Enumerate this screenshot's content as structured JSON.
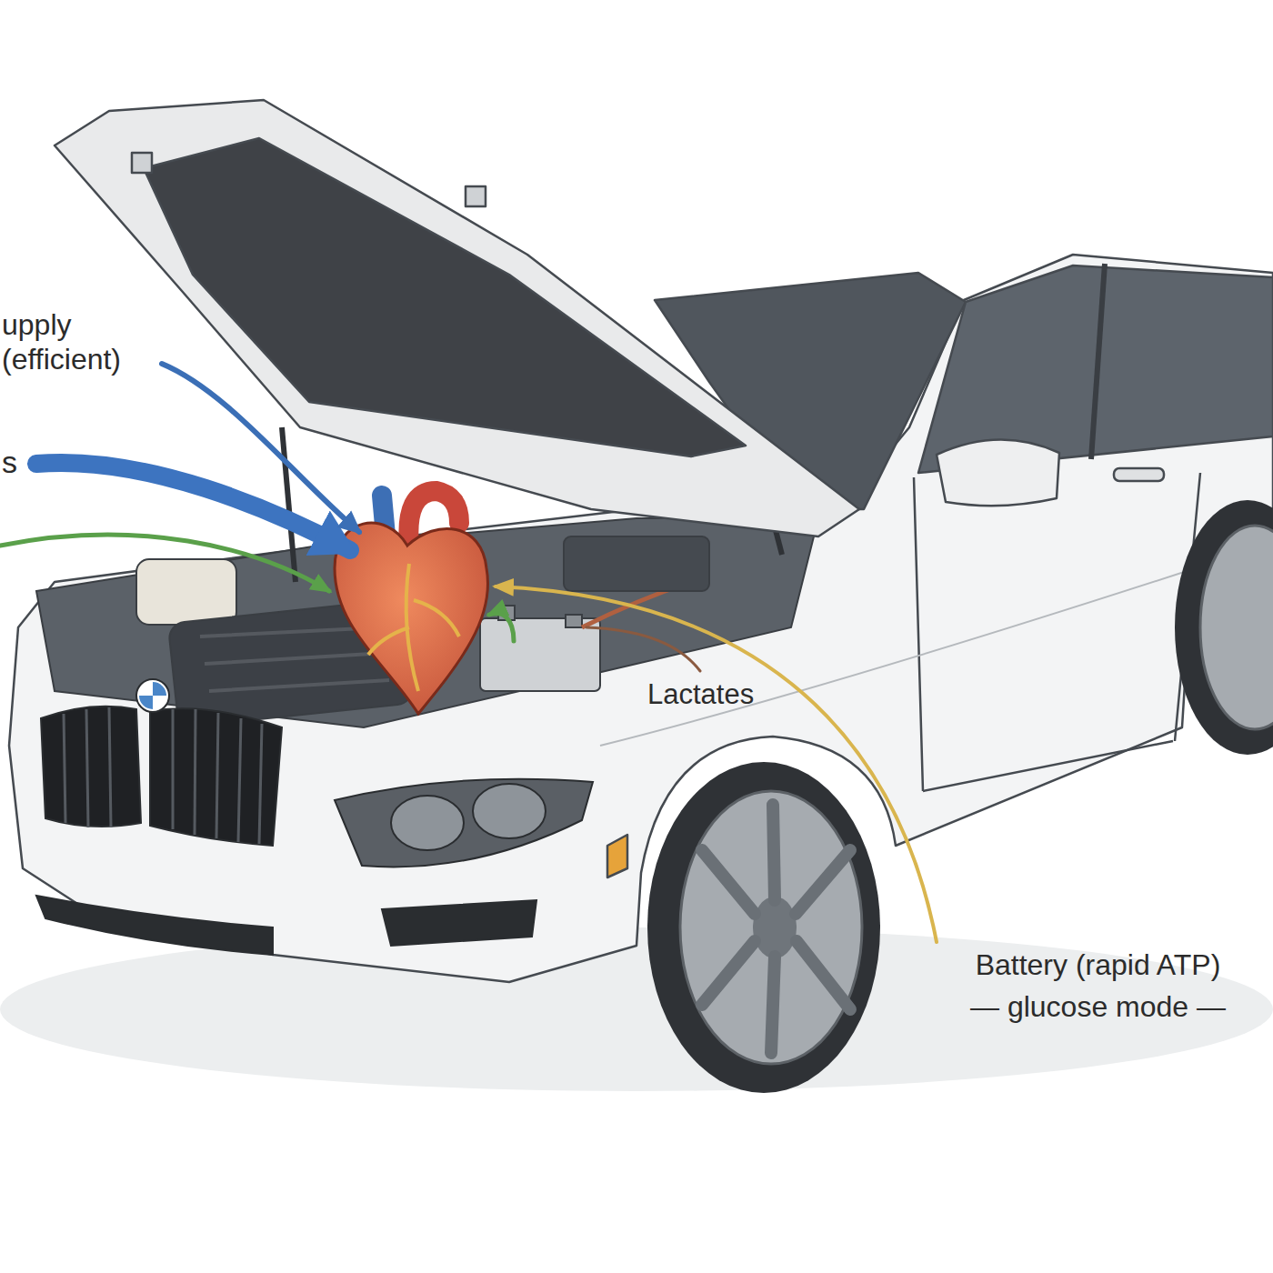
{
  "diagram": {
    "labels": [
      "upply (efficient)",
      "s",
      "Lactates",
      "Battery (rapid ATP)",
      "— glucose mode —"
    ]
  }
}
